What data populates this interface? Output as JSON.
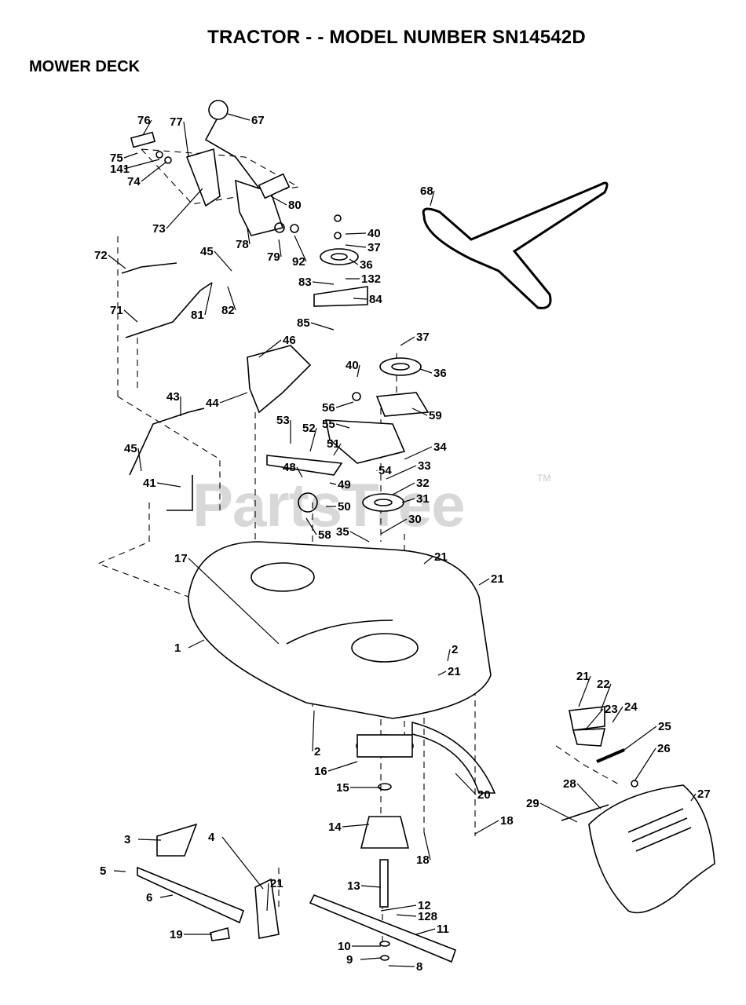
{
  "title": "TRACTOR - - MODEL NUMBER SN14542D",
  "subtitle": "MOWER DECK",
  "watermark": "PartsTree",
  "watermark_tm": "TM",
  "callouts": [
    "76",
    "77",
    "67",
    "75",
    "141",
    "74",
    "73",
    "68",
    "80",
    "40",
    "37",
    "36",
    "78",
    "79",
    "92",
    "132",
    "83",
    "84",
    "72",
    "45",
    "82",
    "81",
    "71",
    "85",
    "46",
    "37",
    "40",
    "36",
    "44",
    "56",
    "59",
    "55",
    "43",
    "53",
    "52",
    "51",
    "34",
    "33",
    "45",
    "48",
    "54",
    "32",
    "41",
    "49",
    "31",
    "50",
    "30",
    "58",
    "35",
    "21",
    "17",
    "21",
    "1",
    "2",
    "21",
    "21",
    "22",
    "23",
    "24",
    "25",
    "26",
    "27",
    "2",
    "16",
    "15",
    "20",
    "28",
    "29",
    "18",
    "14",
    "18",
    "3",
    "4",
    "5",
    "21",
    "6",
    "13",
    "12",
    "128",
    "11",
    "19",
    "10",
    "9",
    "8"
  ]
}
